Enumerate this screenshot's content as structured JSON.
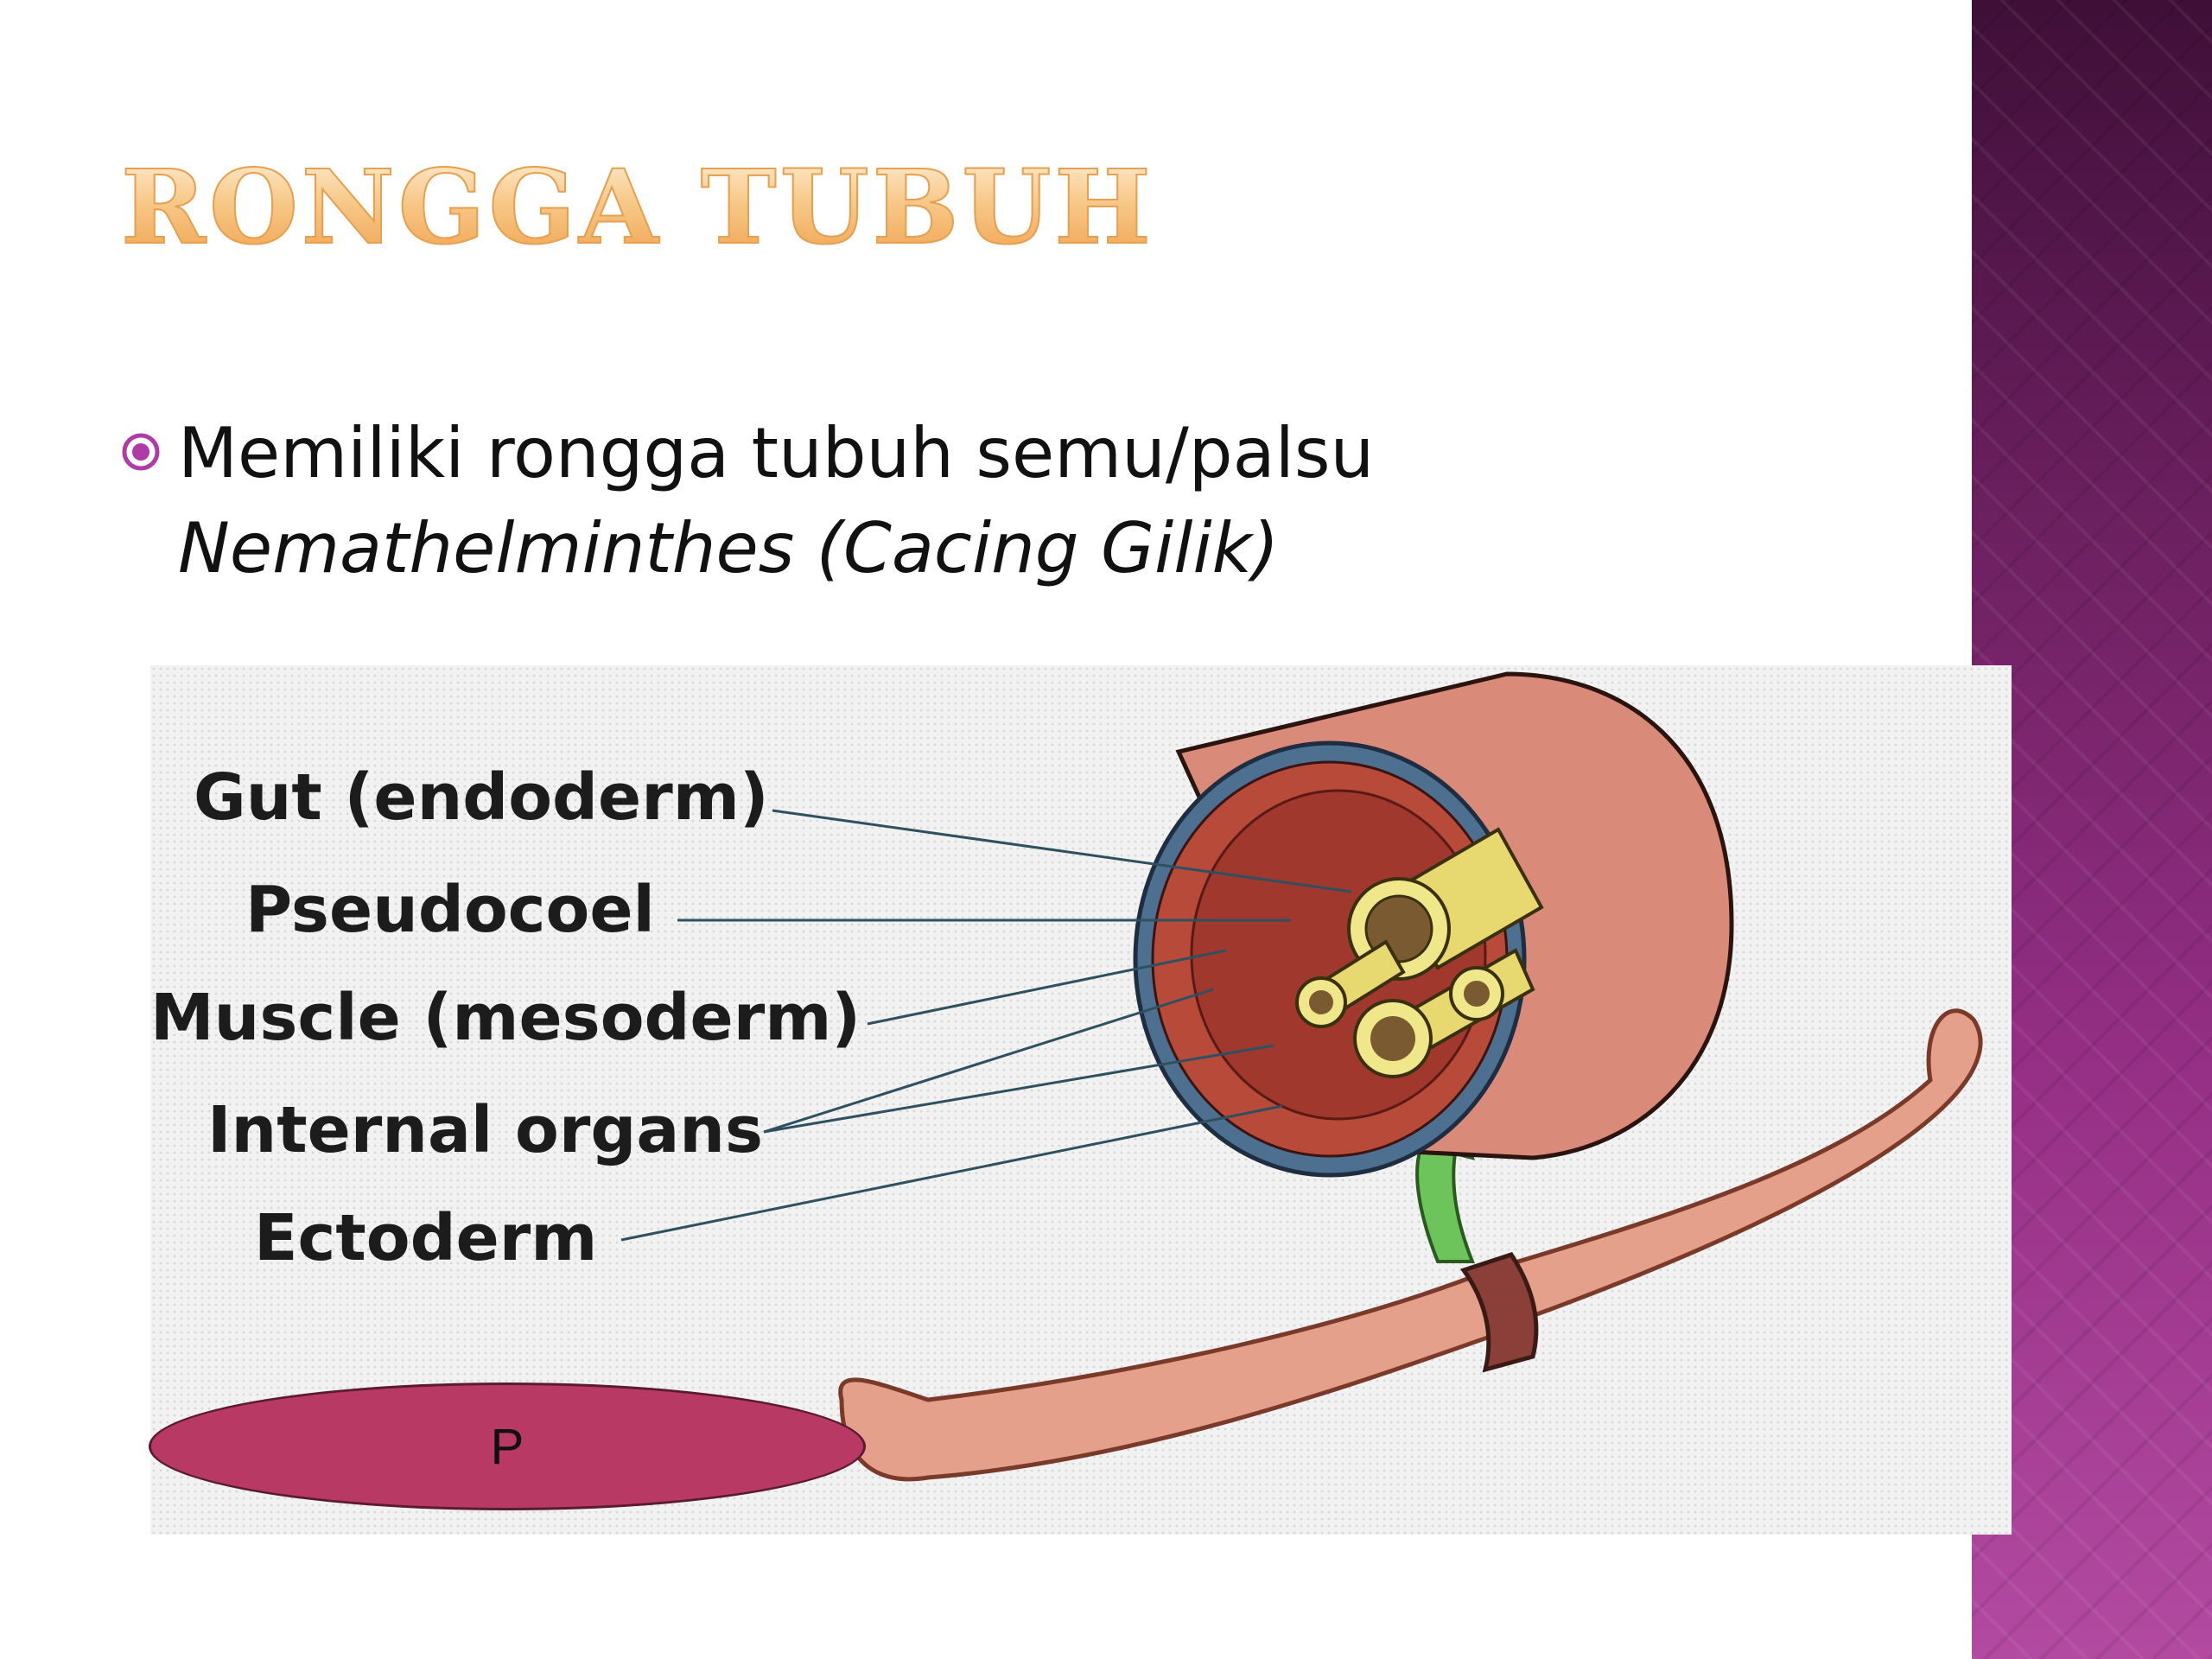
{
  "slide": {
    "title": "Rongga Tubuh",
    "bullet_line1": "Memiliki rongga tubuh semu/palsu",
    "bullet_line2": "Nemathelminthes (Cacing Gilik)"
  },
  "figure": {
    "labels": {
      "gut": "Gut (endoderm)",
      "pseudocoel": "Pseudocoel",
      "muscle": "Muscle (mesoderm)",
      "internal_organs": "Internal organs",
      "ectoderm": "Ectoderm"
    },
    "oval_text": "P"
  },
  "colors": {
    "title_gold": "#f0a04a",
    "side_band": "#962f86",
    "bullet_icon": "#b03aa8",
    "oval_fill": "#b83a64",
    "worm_skin": "#e4a08a",
    "arrow_green": "#6cc45a"
  }
}
